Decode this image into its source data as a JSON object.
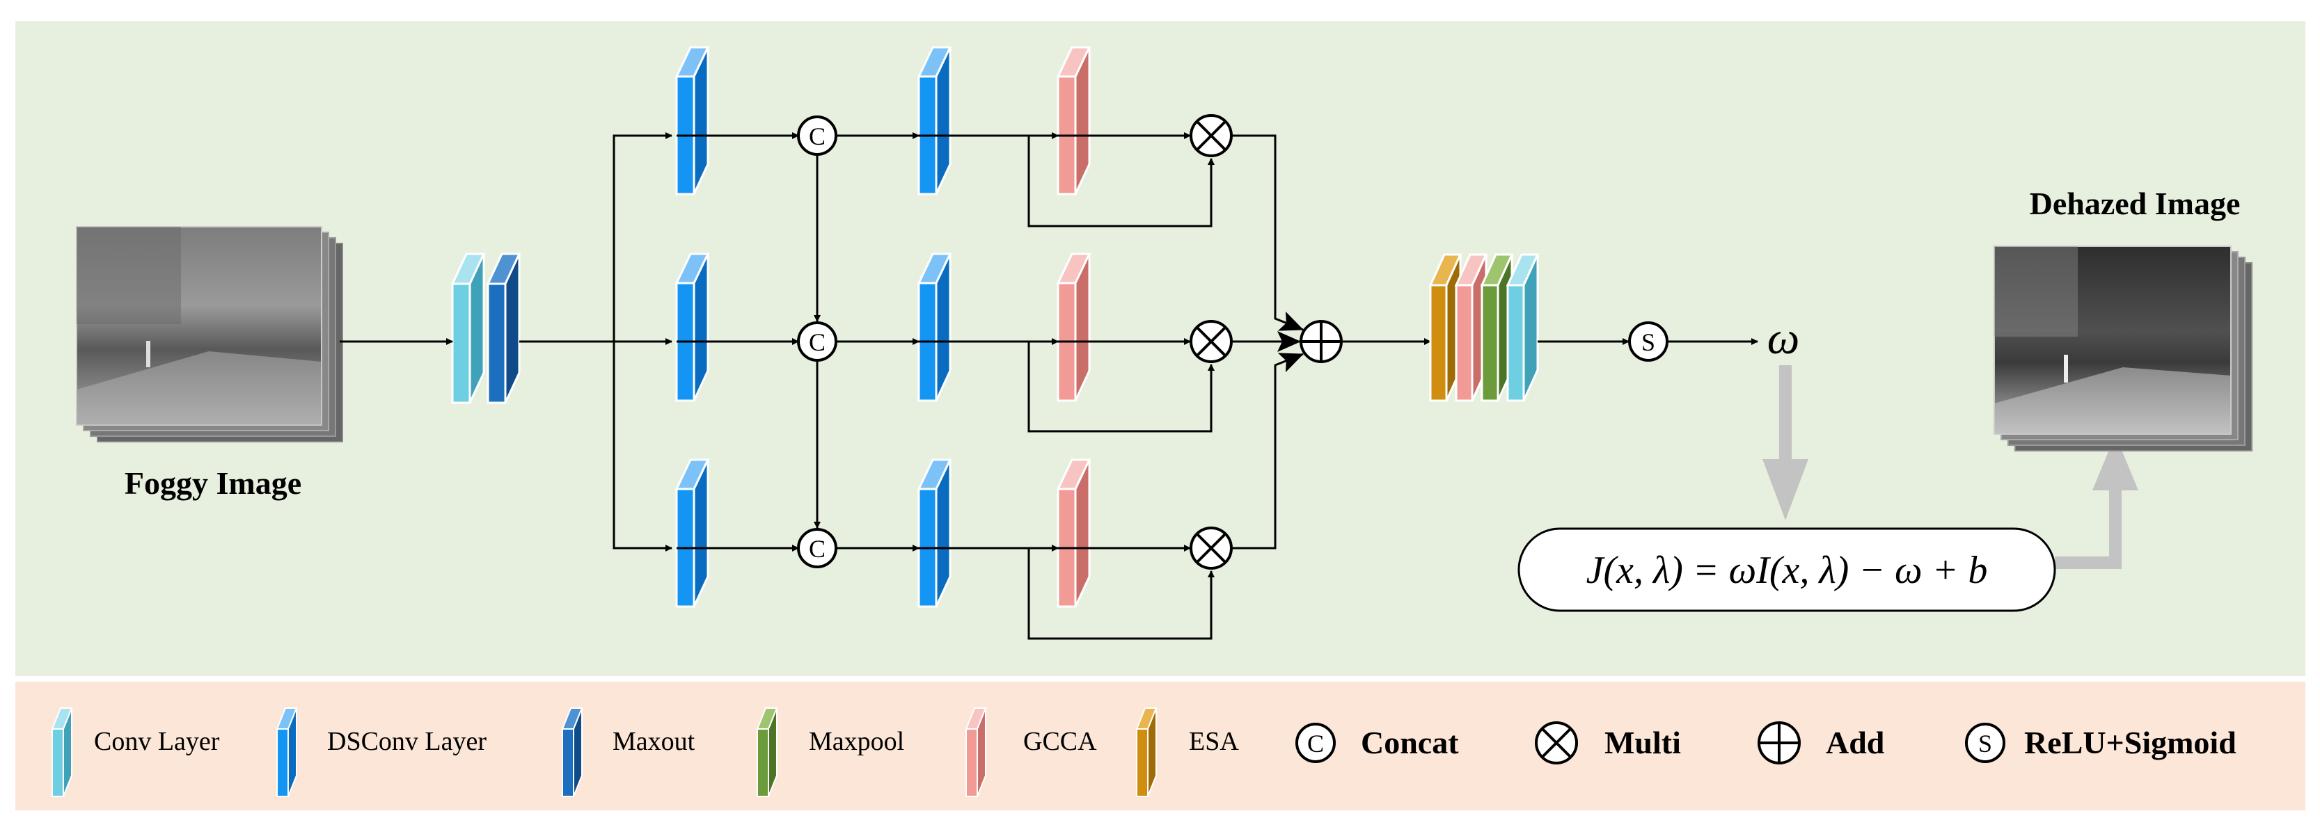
{
  "labels": {
    "foggy_image": "Foggy Image",
    "dehazed_image": "Dehazed Image",
    "omega": "ω",
    "formula": "J(x, λ) = ωI(x, λ) − ω + b"
  },
  "symbols": {
    "concat": "C",
    "relu_sigmoid": "S"
  },
  "legend": {
    "conv_layer": "Conv Layer",
    "dsconv_layer": "DSConv Layer",
    "maxout": "Maxout",
    "maxpool": "Maxpool",
    "gcca": "GCCA",
    "esa": "ESA",
    "concat": "Concat",
    "multi": "Multi",
    "add": "Add",
    "relu_sigmoid": "ReLU+Sigmoid"
  },
  "colors": {
    "main_bg": "#e7f0df",
    "legend_bg": "#fbe6d8",
    "conv": "#6fcfe2",
    "dsconv": "#1595f3",
    "maxout": "#1b6fbe",
    "maxpool": "#6b9b3a",
    "gcca": "#f29b96",
    "esa": "#cf8e10",
    "gray_arrow": "#c3c3c3"
  }
}
